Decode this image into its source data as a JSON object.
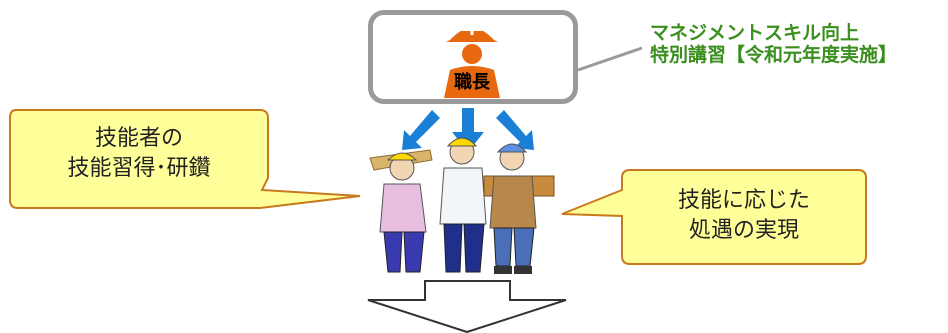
{
  "foreman": {
    "label": "職長"
  },
  "management_note": {
    "line1": "マネジメントスキル向上",
    "line2": "特別講習【令和元年度実施】"
  },
  "left_callout": {
    "line1": "技能者の",
    "line2": "技能習得･研鑽"
  },
  "right_callout": {
    "line1": "技能に応じた",
    "line2": "処遇の実現"
  },
  "colors": {
    "helmet": "#e8680f",
    "arrow": "#1a7fd6",
    "callout_fill": "#ffff99",
    "callout_border": "#c77a1c",
    "note_text": "#3a8f1f",
    "box_border": "#9a9a9a"
  }
}
